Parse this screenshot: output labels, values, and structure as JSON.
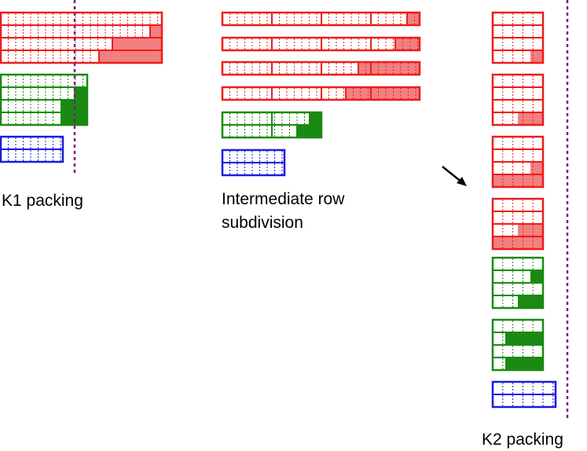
{
  "labels": {
    "k1": "K1 packing",
    "intermediate_line1": "Intermediate row",
    "intermediate_line2": "subdivision",
    "k2": "K2 packing"
  },
  "colors": {
    "red": "#ee1c1c",
    "red_fill": "#f28080",
    "green": "#1a8a12",
    "green_fill": "#1a8a12",
    "blue": "#1a1ae0",
    "cut_line": "#7d1e7d",
    "arrow": "#000000"
  },
  "groups": {
    "k1_packing": "K1 packing layout",
    "intermediate": "Intermediate row subdivision layout",
    "k2_packing": "K2 packing layout"
  }
}
